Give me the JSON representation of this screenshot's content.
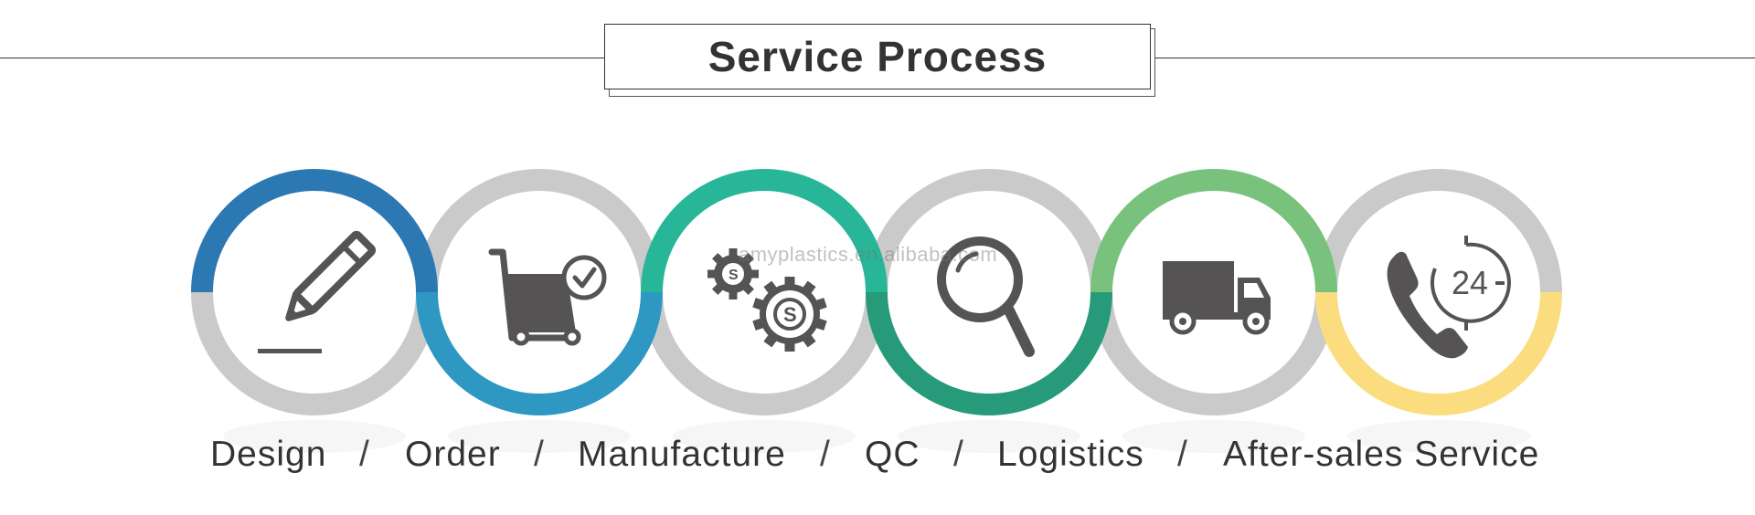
{
  "title": "Service Process",
  "watermark": "amyplastics.en.alibaba.com",
  "steps": [
    {
      "label": "Design",
      "icon": "pencil-icon",
      "top_color": "#2b78b3",
      "bottom_color": "#cacacb"
    },
    {
      "label": "Order",
      "icon": "shopping-cart-icon",
      "top_color": "#cacacb",
      "bottom_color": "#2e97c2"
    },
    {
      "label": "Manufacture",
      "icon": "gears-icon",
      "top_color": "#27b698",
      "bottom_color": "#cacacb"
    },
    {
      "label": "QC",
      "icon": "magnifier-icon",
      "top_color": "#cacacb",
      "bottom_color": "#279a7a"
    },
    {
      "label": "Logistics",
      "icon": "truck-icon",
      "top_color": "#78c27e",
      "bottom_color": "#cacacb"
    },
    {
      "label": "After-sales Service",
      "icon": "phone-24-icon",
      "top_color": "#cacacb",
      "bottom_color": "#fbdd80"
    }
  ],
  "separator": "/",
  "icon_color": "#555354"
}
